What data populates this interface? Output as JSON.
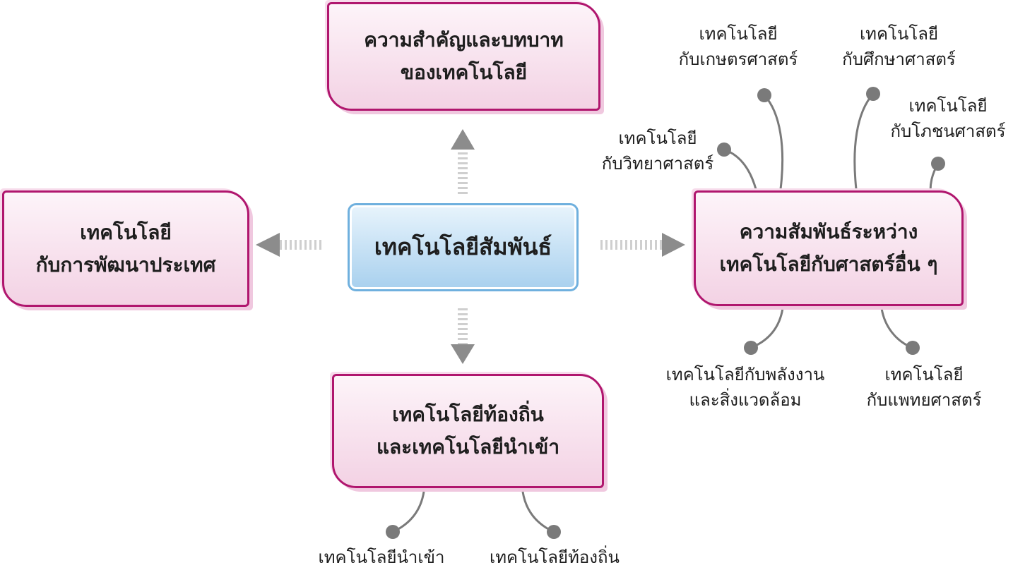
{
  "center": {
    "label": "เทคโนโลยีสัมพันธ์"
  },
  "top": {
    "line1": "ความสำคัญและบทบาท",
    "line2": "ของเทคโนโลยี"
  },
  "left": {
    "line1": "เทคโนโลยี",
    "line2": "กับการพัฒนาประเทศ"
  },
  "bottom": {
    "line1": "เทคโนโลยีท้องถิ่น",
    "line2": "และเทคโนโลยีนำเข้า"
  },
  "right": {
    "line1": "ความสัมพันธ์ระหว่าง",
    "line2": "เทคโนโลยีกับศาสตร์อื่น ๆ"
  },
  "right_leaves": [
    {
      "line1": "เทคโนโลยี",
      "line2": "กับวิทยาศาสตร์"
    },
    {
      "line1": "เทคโนโลยี",
      "line2": "กับเกษตรศาสตร์"
    },
    {
      "line1": "เทคโนโลยี",
      "line2": "กับศึกษาศาสตร์"
    },
    {
      "line1": "เทคโนโลยี",
      "line2": "กับโภชนศาสตร์"
    },
    {
      "line1": "เทคโนโลยีกับพลังงาน",
      "line2": "และสิ่งแวดล้อม"
    },
    {
      "line1": "เทคโนโลยี",
      "line2": "กับแพทยศาสตร์"
    }
  ],
  "bottom_leaves": [
    {
      "label": "เทคโนโลยีนำเข้า"
    },
    {
      "label": "เทคโนโลยีท้องถิ่น"
    }
  ],
  "colors": {
    "node_border": "#b0166e",
    "center_border": "#6fb0de",
    "arrow": "#8c8c8c",
    "connector": "#777777"
  }
}
